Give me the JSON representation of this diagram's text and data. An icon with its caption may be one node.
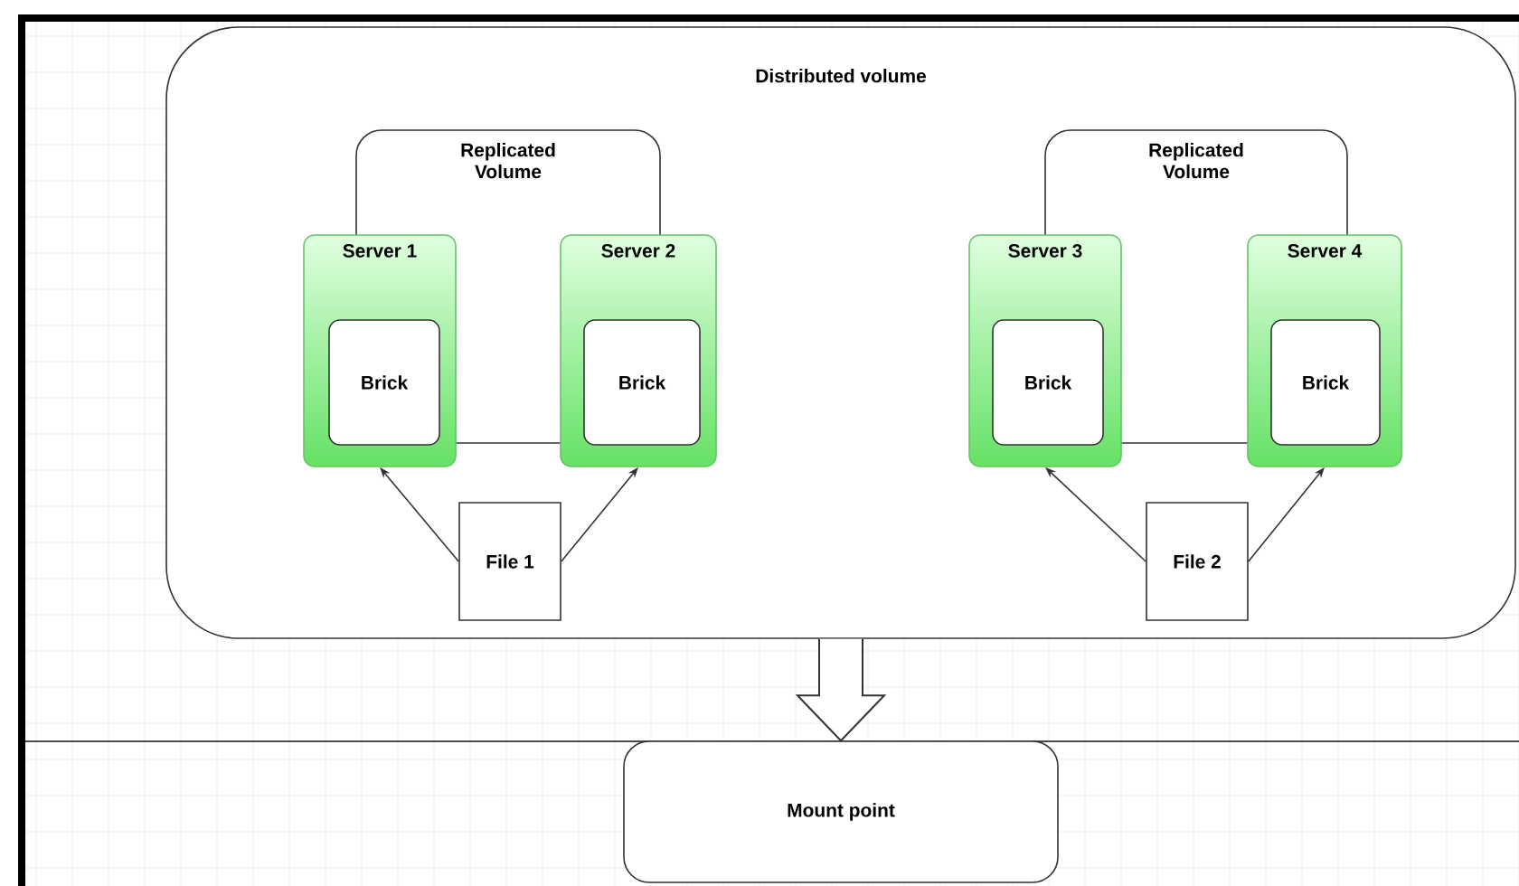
{
  "diagram": {
    "nodes": [
      {
        "text": [
          "Distributed volume"
        ]
      },
      {
        "text": [
          "Replicated Volume"
        ],
        "in": 0
      },
      {
        "text": [
          "Server 1"
        ],
        "in": 0
      },
      {
        "text": [
          "Brick"
        ],
        "in": 2
      },
      {
        "text": [
          "Server 2"
        ],
        "in": 0
      },
      {
        "text": [
          "Brick"
        ],
        "in": 4
      },
      {
        "text": [
          "Replicated Volume"
        ],
        "in": 0
      },
      {
        "text": [
          "Server 3"
        ],
        "in": 0
      },
      {
        "text": [
          "Brick"
        ],
        "in": 7
      },
      {
        "text": [
          "Server 4"
        ],
        "in": 0
      },
      {
        "text": [
          "Brick"
        ],
        "in": 9
      },
      {
        "text": [
          "File 1"
        ],
        "in": 0
      },
      {
        "text": [
          "File 2"
        ],
        "in": 0
      },
      {
        "text": [
          "Mount point"
        ]
      }
    ],
    "edges": [
      {
        "from": 11,
        "to": 2,
        "arrow": "to"
      },
      {
        "from": 11,
        "to": 4,
        "arrow": "to"
      },
      {
        "from": 12,
        "to": 7,
        "arrow": "to"
      },
      {
        "from": 12,
        "to": 9,
        "arrow": "to"
      },
      {
        "from": 0,
        "to": 13,
        "arrow": "to",
        "style": "thick"
      }
    ]
  }
}
